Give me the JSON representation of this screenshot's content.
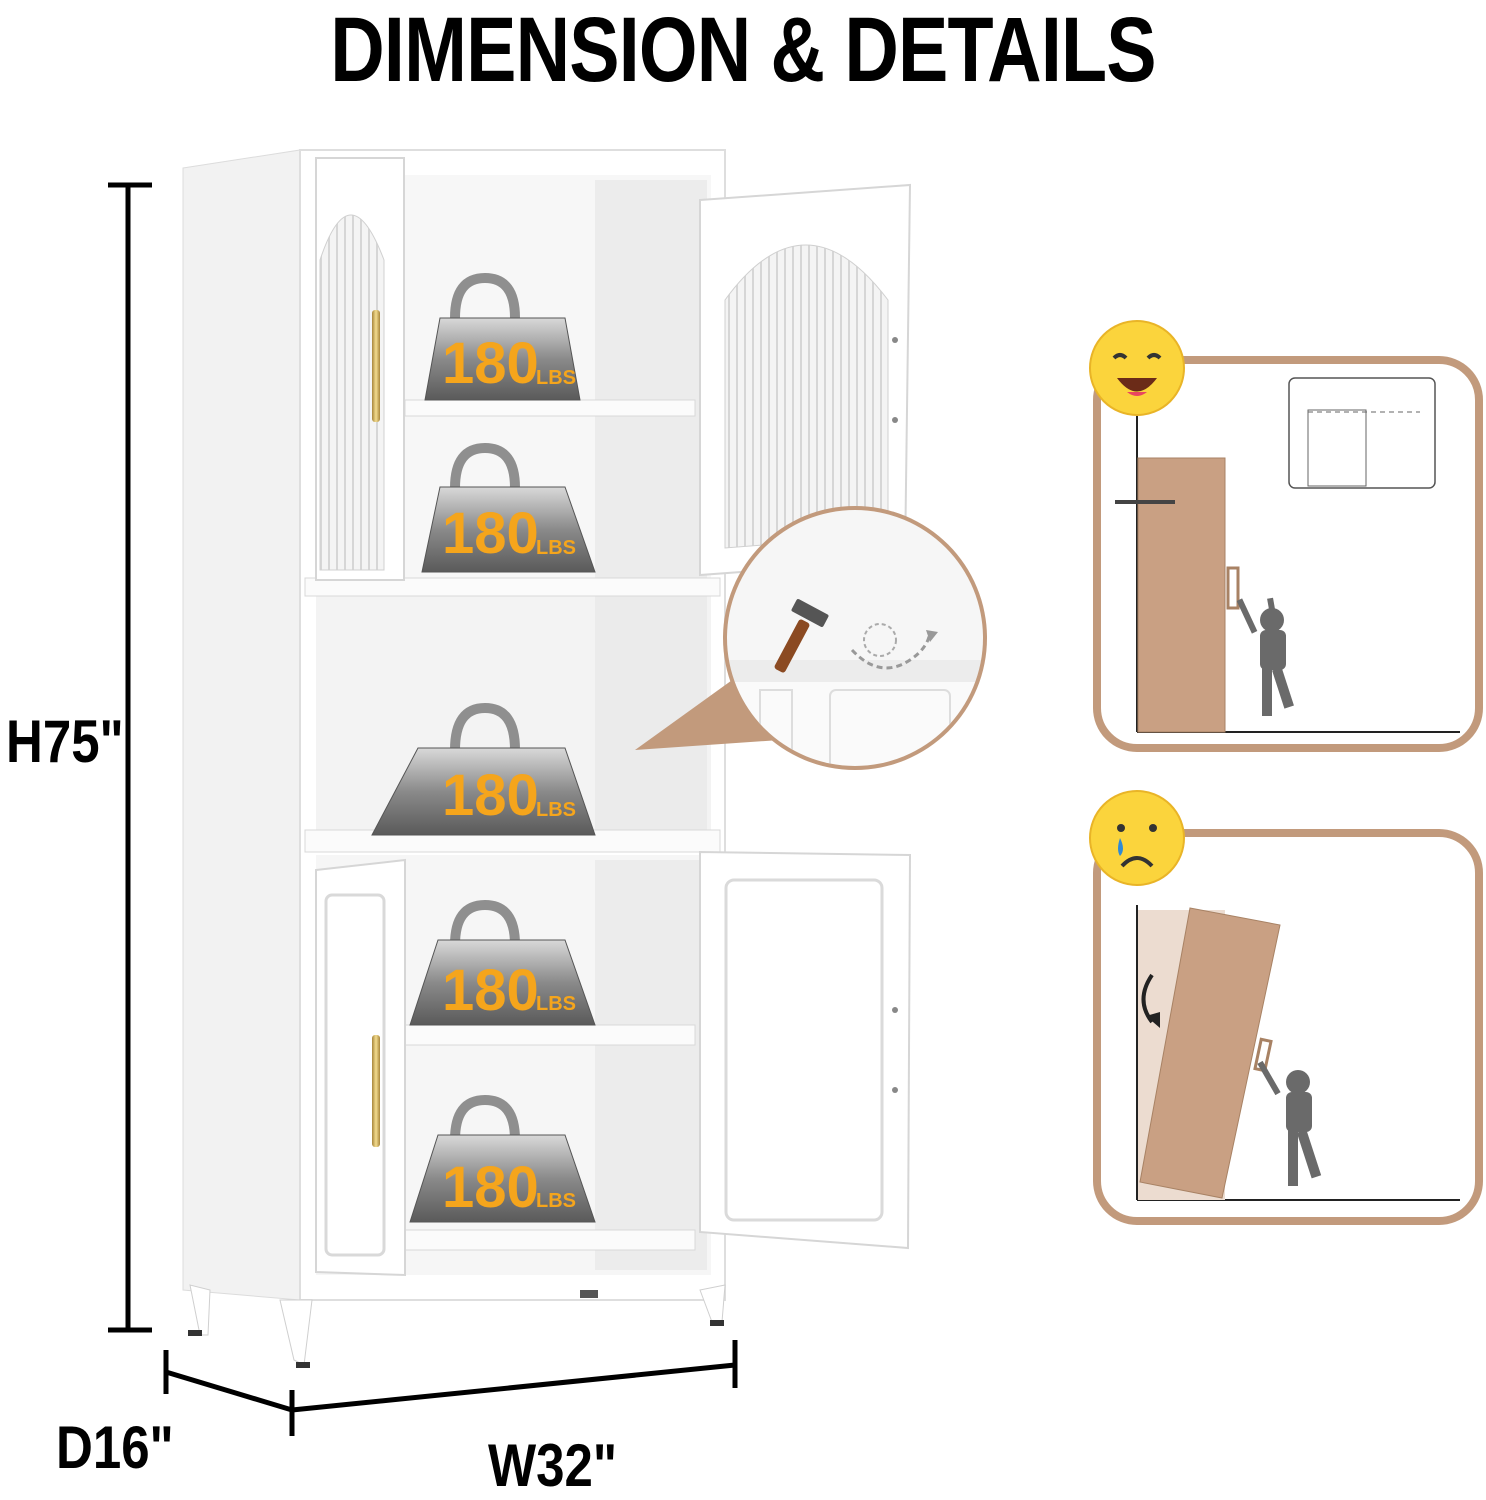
{
  "title": "DIMENSION & DETAILS",
  "dimensions": {
    "height": "H75\"",
    "depth": "D16\"",
    "width": "W32\""
  },
  "weight_badge": {
    "value": "180",
    "unit": "LBS"
  },
  "colors": {
    "accent": "#f5a51c",
    "panel_border": "#b08c73",
    "cabinet": "#ffffff",
    "board": "#c9a083"
  },
  "icons": [
    "hammer-icon",
    "happy-emoji-icon",
    "sad-emoji-icon",
    "rotate-arrow-icon"
  ]
}
